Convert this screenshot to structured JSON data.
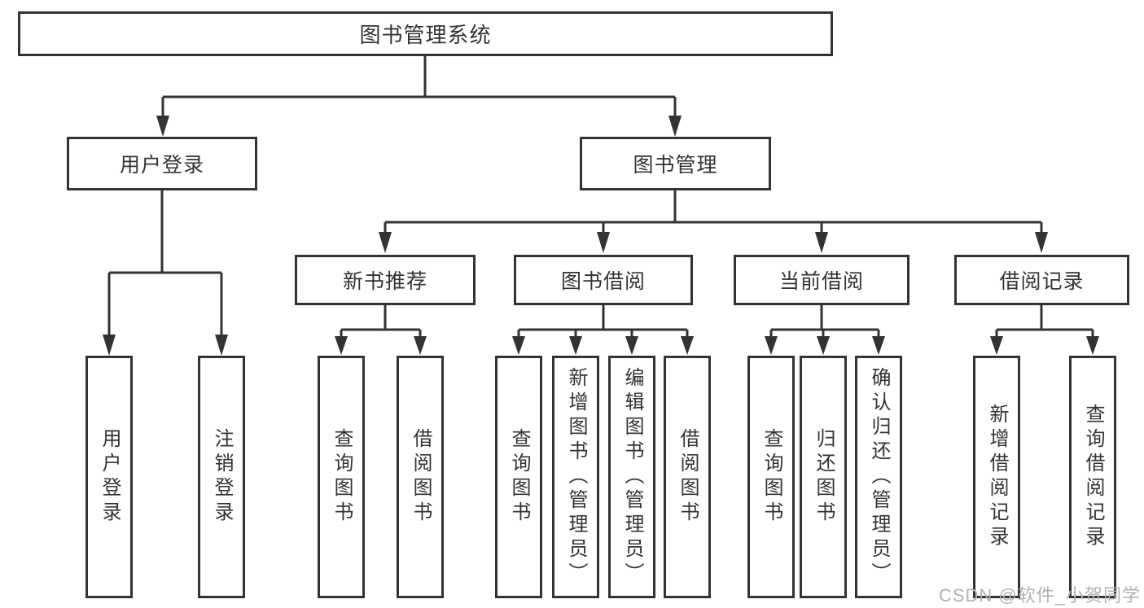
{
  "tree": {
    "root": {
      "label": "图书管理系统"
    },
    "branches": [
      {
        "label": "用户登录",
        "leaves": [
          "用户登录",
          "注销登录"
        ]
      },
      {
        "label": "图书管理",
        "groups": [
          {
            "label": "新书推荐",
            "leaves": [
              "查询图书",
              "借阅图书"
            ]
          },
          {
            "label": "图书借阅",
            "leaves": [
              "查询图书",
              "新增图书（管理员）",
              "编辑图书（管理员）",
              "借阅图书"
            ]
          },
          {
            "label": "当前借阅",
            "leaves": [
              "查询图书",
              "归还图书",
              "确认归还（管理员）"
            ]
          },
          {
            "label": "借阅记录",
            "leaves": [
              "新增借阅记录",
              "查询借阅记录"
            ]
          }
        ]
      }
    ]
  },
  "watermark": "CSDN @软件_小贺同学",
  "colors": {
    "line": "#333333",
    "text": "#333333",
    "watermark": "#b0b0b0",
    "background": "#ffffff"
  }
}
